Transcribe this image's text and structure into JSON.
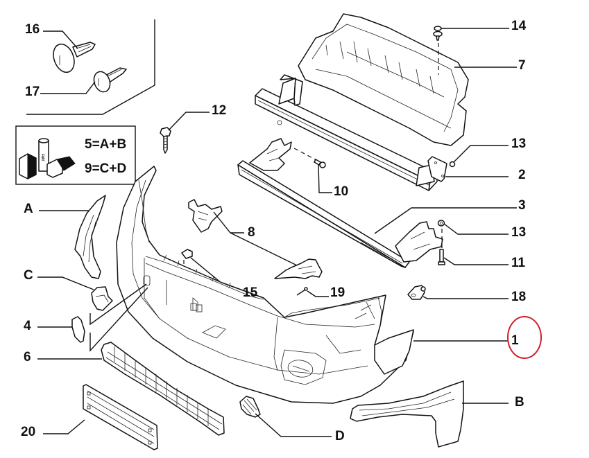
{
  "diagram": {
    "highlight_color": "#d0202a",
    "highlighted_callout": "1",
    "legend": {
      "line1": "5=A+B",
      "line2": "9=C+D",
      "icon": "parts-kit-icon",
      "icon_text": "FIAT"
    },
    "callouts": {
      "c16": "16",
      "c17": "17",
      "c12": "12",
      "c14": "14",
      "c7": "7",
      "c13a": "13",
      "c2": "2",
      "c10": "10",
      "c3": "3",
      "c13b": "13",
      "c11": "11",
      "c8": "8",
      "c15": "15",
      "c19": "19",
      "c18": "18",
      "c1": "1",
      "cA": "A",
      "cC": "C",
      "c4": "4",
      "c6": "6",
      "c20": "20",
      "cD": "D",
      "cB": "B"
    }
  }
}
